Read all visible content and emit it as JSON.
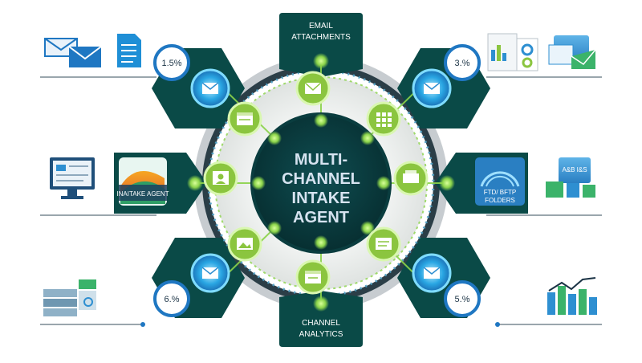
{
  "center": {
    "line1": "MULTI-",
    "line2": "CHANNEL",
    "line3": "INTAKE",
    "line4": "AGENT"
  },
  "tabs": {
    "top_line1": "EMAIL",
    "top_line2": "ATTACHMENTS",
    "bottom_line1": "CHANNEL",
    "bottom_line2": "ANALYTICS",
    "left_label": "INAITAKE AGENT",
    "right_line1": "FTD/ BFTP",
    "right_line2": "FOLDERS"
  },
  "stats": {
    "top_left": "1.5%",
    "top_right": "3.%",
    "bottom_left": "6.%",
    "bottom_right": "5.%"
  },
  "corner_text": {
    "right_folder": "A&B I&S"
  },
  "icons": {
    "ring_top": "envelope-icon",
    "ring_top_right": "grid-icon",
    "ring_right": "inbox-tray-icon",
    "ring_bottom_right": "document-icon",
    "ring_bottom": "window-icon",
    "ring_bottom_left": "image-icon",
    "ring_left": "person-icon",
    "ring_top_left": "browser-icon",
    "hex_top_left": "envelope-icon",
    "hex_top_right": "envelope-icon",
    "hex_bottom_left": "envelope-icon",
    "hex_bottom_right": "envelope-icon"
  },
  "colors": {
    "navy": "#0b3a3a",
    "dark_teal": "#0a4a47",
    "green": "#8bc53f",
    "glow": "#7ed957",
    "blue": "#2e8fd1",
    "cyan": "#59c8f0",
    "gray": "#b9bec3"
  }
}
